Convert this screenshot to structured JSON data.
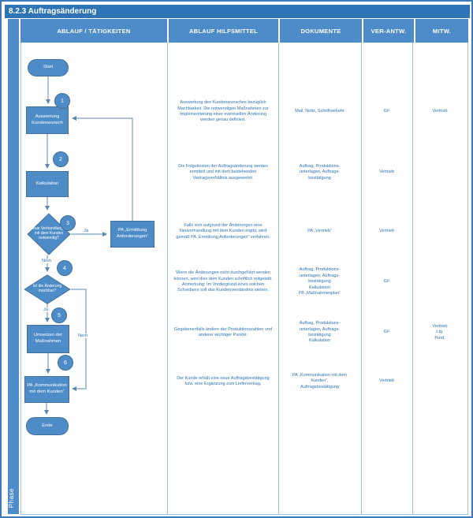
{
  "title": "8.2.3 Auftragsänderung",
  "phase_label": "Phase",
  "columns": [
    "ABLAUF / TÄTIGKEITEN",
    "ABLAUF HILFSMITTEL",
    "DOKUMENTE",
    "VER-ANTW.",
    "MITW."
  ],
  "flowchart": {
    "start_label": "Start",
    "end_label": "Ende",
    "steps": [
      {
        "num": "1",
        "label": "Auswertung Kundenwunsch"
      },
      {
        "num": "2",
        "label": "Kalkulation"
      },
      {
        "num": "3",
        "label": "Neue Verhandlungen mit dem Kunden notwendig?"
      },
      {
        "num": "4",
        "label": "Ist die Änderung machbar?"
      },
      {
        "num": "5",
        "label": "Umsetzen der Maßnahmen"
      },
      {
        "num": "6",
        "label": "PA „Kommunikation mit dem Kunden“"
      }
    ],
    "side_box_label": "PA „Ermittlung Anforderungen“",
    "labels": {
      "ja": "Ja",
      "nein": "Nein"
    }
  },
  "rows": [
    {
      "hilfsmittel": "Auswertung des Kundenwunsches bezüglich Machbarkeit. Die notwendigen Maßnahmen zur Implementierung einer eventuellen Änderung werden genau definiert.",
      "dokumente": "Mail, Notiz, Schriftverkehr",
      "verantw": "GF",
      "mitw": "Vertrieb"
    },
    {
      "hilfsmittel": "Die Folgekosten der Auftragsänderung werden ermittelt und mit dem bestehenden Vertragsverhältnis ausgewertet.",
      "dokumente": "Auftrag, Produktions-\nunterlagen, Auftrags-\nbestätigung",
      "verantw": "Vertrieb",
      "mitw": ""
    },
    {
      "hilfsmittel": "Falls sich aufgrund der Änderungen eine Neuverhandlung mit dem Kunden ergibt, wird gemäß PA „Ermittlung Anforderungen“ verfahren.",
      "dokumente": "PA „Vertrieb“",
      "verantw": "Vertrieb",
      "mitw": ""
    },
    {
      "hilfsmittel": "Wenn die Änderungen nicht durchgeführt werden können, wird dies dem Kunden schriftlich mitgeteilt. Anmerkung: Im Vordergrund eines solchen Schreibens soll das Kundenverständnis stehen.",
      "dokumente": "Auftrag, Produktions-\nunterlagen, Auftrags-\nbestätigung\nKalkulation\nFB „Maßnahmenplan“",
      "verantw": "GF",
      "mitw": ""
    },
    {
      "hilfsmittel": "Gegebenenfalls ändern der Produktionszahlen und anderer wichtiger Punkte.",
      "dokumente": "Auftrag, Produktions-\nunterlagen, Auftrags-\nbestätigung\nKalkulation",
      "verantw": "GF",
      "mitw": "Vertrieb\nLtg.\nProd."
    },
    {
      "hilfsmittel": "Der Kunde erhält eine neue Auftragsbestätigung bzw. eine Ergänzung zum Liefervertrag.",
      "dokumente": "PA „Kommunikation mit dem Kunden“,\nAuftragsbestätigung",
      "verantw": "Vertrieb",
      "mitw": ""
    }
  ],
  "colors": {
    "title_bar": "#2E74B5",
    "header": "#4D8BC9",
    "shape_fill": "#4E8CC8",
    "shape_border": "#41719C",
    "connector": "#5E87B0",
    "cell_text": "#2E74B5",
    "grid": "#9DC3E6"
  }
}
